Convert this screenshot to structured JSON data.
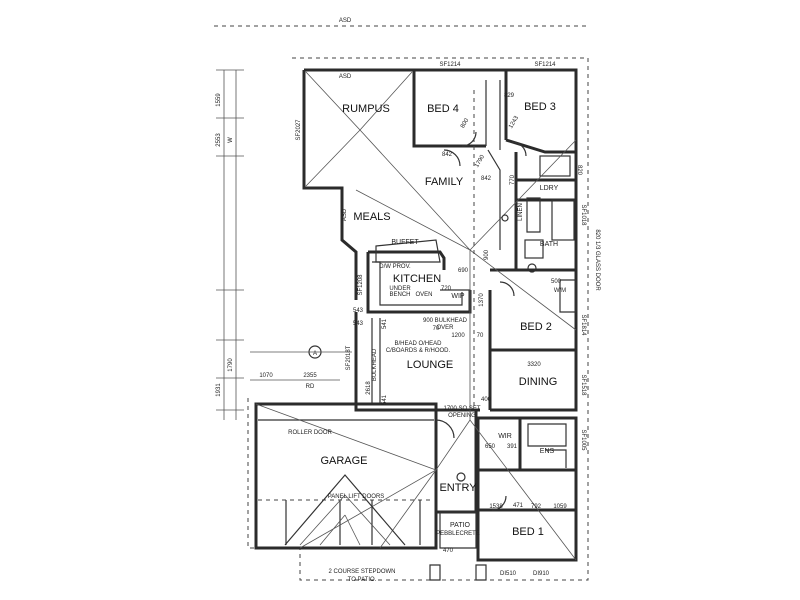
{
  "rooms": {
    "rumpus": "RUMPUS",
    "bed4": "BED 4",
    "bed3": "BED 3",
    "family": "FAMILY",
    "meals": "MEALS",
    "kitchen": "KITCHEN",
    "ldry": "LDRY",
    "bath": "BATH",
    "bed2": "BED 2",
    "lounge": "LOUNGE",
    "dining": "DINING",
    "garage": "GARAGE",
    "wir": "WIR",
    "ens": "ENS",
    "entry": "ENTRY",
    "patio": "PATIO",
    "bed1": "BED 1",
    "wip": "WIP",
    "buffet": "BUFFET"
  },
  "notes": {
    "roller_door": "ROLLER DOOR",
    "panel_lift": "PANEL LIFT DOORS",
    "course_1": "2 COURSE STEPDOWN",
    "course_2": "TO PATIO.",
    "bulkhead_900": "900 BULKHEAD",
    "bulkhead_over": "OVER",
    "bhead_1": "B/HEAD O/HEAD",
    "bhead_2": "C/BOARDS & R/HOOD.",
    "bulkhead_v": "BULKHEAD",
    "opening_1700": "1700 SQ SET",
    "opening_word": "OPENING",
    "glass_door": "820 1/3 GLASS DOOR",
    "linen": "LINEN",
    "wm": "W/M",
    "dw_prov": "D/W PROV.",
    "under_bench_1": "UNDER",
    "under_bench_2": "BENCH",
    "under_bench_3": "OVEN",
    "pebblecrete": "PEBBLECRETE",
    "asd": "ASD",
    "rd": "RD",
    "sf1214": "SF1214",
    "sf1214b": "SF1214",
    "sf2027": "SF2027",
    "sf1208": "SF1208",
    "sf2018t": "SF2018T",
    "sf1814": "SF1814",
    "sf1518": "SF1518",
    "sf1005": "SF1005",
    "sf1018": "SF1018",
    "d1510": "DI510",
    "d1910": "DI910",
    "w_letter": "W",
    "a_marker": "A"
  },
  "dimensions": {
    "d1559": "1559",
    "d2553": "2553",
    "d1790": "1790",
    "d1931": "1931",
    "d1070": "1070",
    "d2355": "2355",
    "d842a": "842",
    "d842b": "842",
    "d1790b": "1790",
    "d770": "770",
    "d800": "800",
    "d829": "829",
    "d1243": "1243",
    "d690": "690",
    "d720": "720",
    "d1370": "1370",
    "d543a": "543",
    "d543b": "543",
    "d541a": "541",
    "d541b": "541",
    "d2618": "2618",
    "d1200": "1200",
    "d70a": "70",
    "d70b": "70",
    "d3320": "3320",
    "d400": "400",
    "d650": "650",
    "d391": "391",
    "d1538": "1538",
    "d471": "471",
    "d792": "792",
    "d1059": "1059",
    "d470": "470",
    "d500": "500",
    "d820": "820",
    "d900": "900"
  }
}
